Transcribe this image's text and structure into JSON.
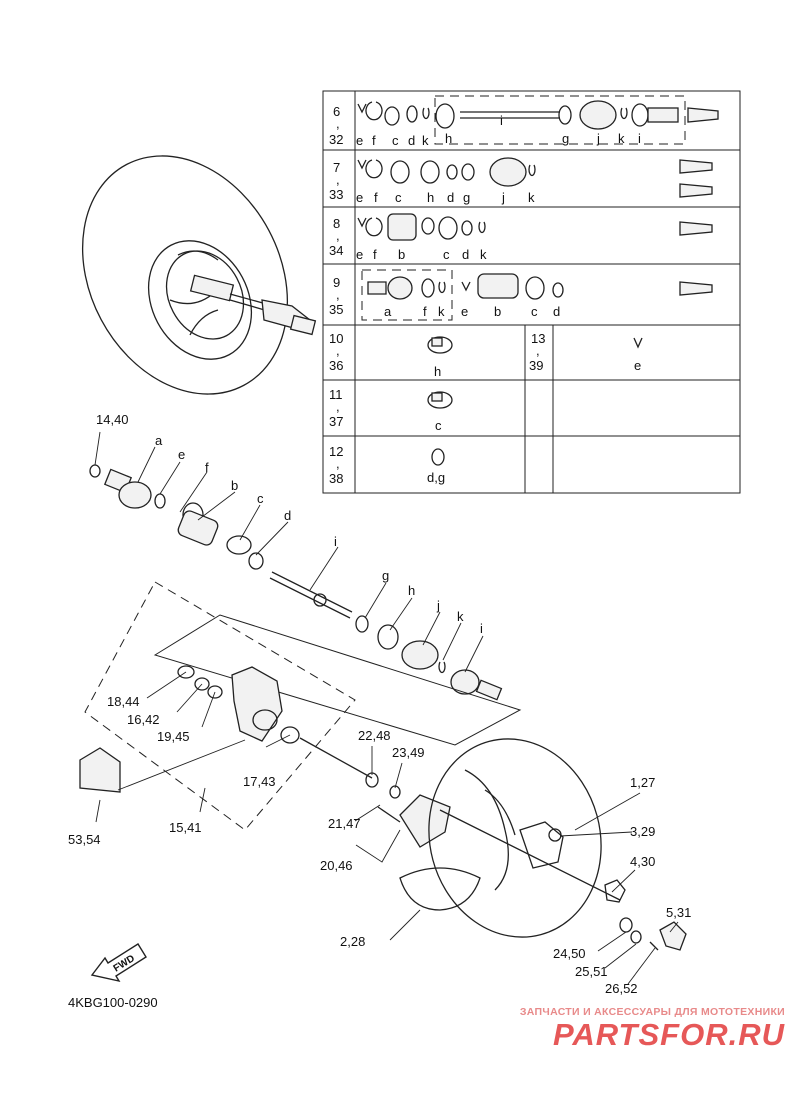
{
  "diagram_code": "4KBG100-0290",
  "fwd_label": "FWD",
  "watermark": {
    "tagline": "ЗАПЧАСТИ И АКСЕССУАРЫ ДЛЯ МОТОТЕХНИКИ",
    "brand": "PARTSFOR.RU"
  },
  "table": {
    "rows": [
      {
        "ref": [
          "6",
          ",",
          "32"
        ],
        "letters": [
          "e",
          "f",
          "c",
          "d",
          "k",
          "h",
          "i",
          "g",
          "j",
          "k",
          "i"
        ]
      },
      {
        "ref": [
          "7",
          ",",
          "33"
        ],
        "letters": [
          "e",
          "f",
          "c",
          "h",
          "d",
          "g",
          "j",
          "k"
        ]
      },
      {
        "ref": [
          "8",
          ",",
          "34"
        ],
        "letters": [
          "e",
          "f",
          "b",
          "c",
          "d",
          "k"
        ]
      },
      {
        "ref": [
          "9",
          ",",
          "35"
        ],
        "letters": [
          "a",
          "f",
          "k",
          "e",
          "b",
          "c",
          "d"
        ]
      },
      {
        "ref": [
          "10",
          ",",
          "36"
        ],
        "letters": [
          "h"
        ],
        "ref2": [
          "13",
          ",",
          "39"
        ],
        "letters2": [
          "e"
        ]
      },
      {
        "ref": [
          "11",
          ",",
          "37"
        ],
        "letters": [
          "c"
        ]
      },
      {
        "ref": [
          "12",
          ",",
          "38"
        ],
        "letters": [
          "d,g"
        ]
      }
    ]
  },
  "callouts": {
    "c1440": "14,40",
    "la": "a",
    "le": "e",
    "lf": "f",
    "lb": "b",
    "lc": "c",
    "ld": "d",
    "li": "i",
    "lg": "g",
    "lh": "h",
    "lj": "j",
    "lk": "k",
    "li2": "i",
    "c1844": "18,44",
    "c1642": "16,42",
    "c1945": "19,45",
    "c1743": "17,43",
    "c5354": "53,54",
    "c1541": "15,41",
    "c2248": "22,48",
    "c2349": "23,49",
    "c2147": "21,47",
    "c2046": "20,46",
    "c127": "1,27",
    "c329": "3,29",
    "c430": "4,30",
    "c531": "5,31",
    "c228": "2,28",
    "c2450": "24,50",
    "c2551": "25,51",
    "c2652": "26,52"
  }
}
